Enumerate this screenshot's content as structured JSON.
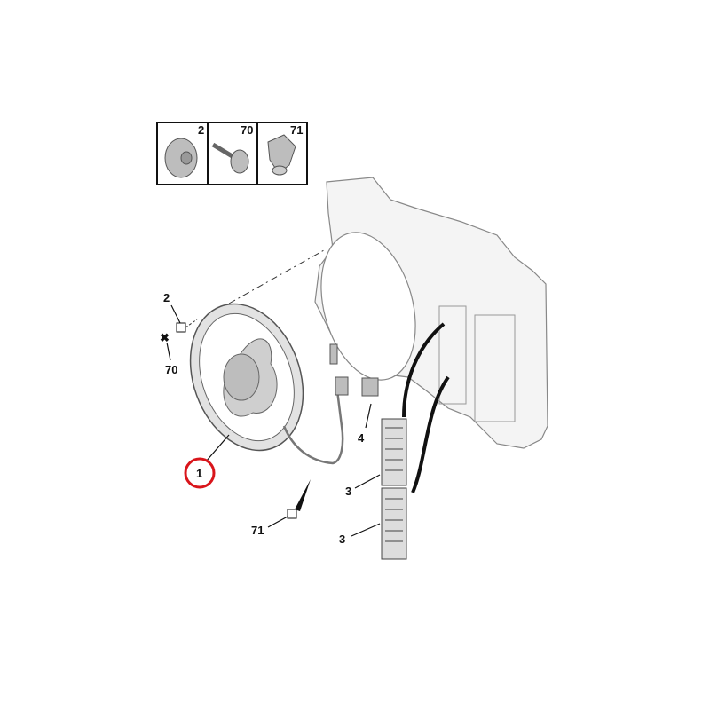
{
  "inset": {
    "cells": [
      {
        "ref": "2",
        "part": "rubber-grommet"
      },
      {
        "ref": "70",
        "part": "bolt"
      },
      {
        "ref": "71",
        "part": "clip"
      }
    ]
  },
  "callouts": {
    "grommet": "2",
    "bolt": "70",
    "fan": "1",
    "relay": "4",
    "slat_upper": "3",
    "slat_lower": "3",
    "clip": "71"
  },
  "highlight_color": "#d9151b"
}
